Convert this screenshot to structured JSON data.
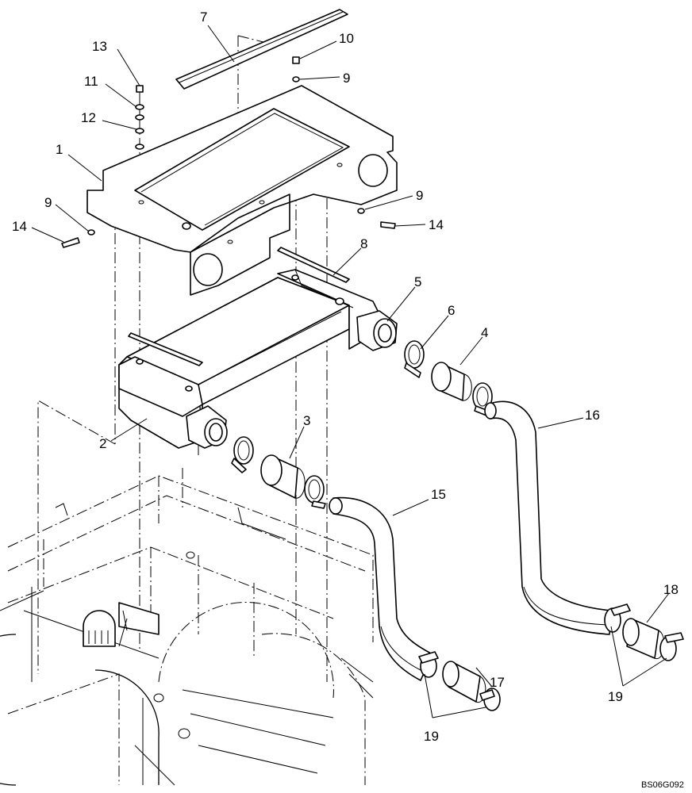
{
  "callouts": {
    "c1": "1",
    "c2": "2",
    "c3": "3",
    "c4": "4",
    "c5": "5",
    "c6": "6",
    "c7": "7",
    "c8": "8",
    "c9a": "9",
    "c9b": "9",
    "c9c": "9",
    "c10": "10",
    "c11": "11",
    "c12": "12",
    "c13": "13",
    "c14a": "14",
    "c14b": "14",
    "c15": "15",
    "c16": "16",
    "c17": "17",
    "c18": "18",
    "c19a": "19",
    "c19b": "19"
  },
  "drawing_code": "BS06G092"
}
